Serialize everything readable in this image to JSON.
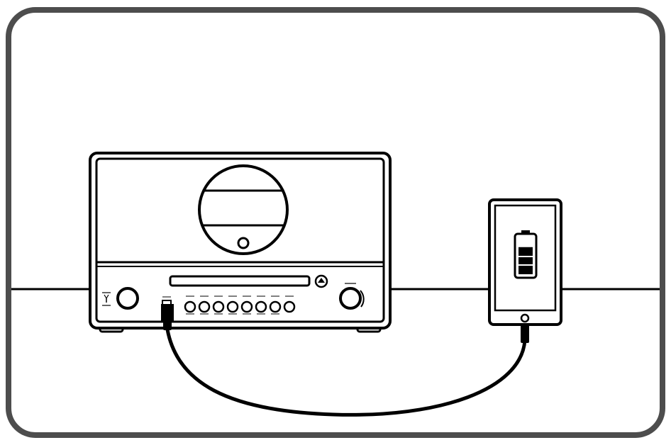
{
  "colors": {
    "frame": "#4d4d4d",
    "line": "#000000",
    "background": "#ffffff"
  },
  "icons": {
    "battery": "battery-charging-icon",
    "usb_port": "usb-port-icon",
    "eject": "eject-icon",
    "usb_plug": "usb-plug-icon",
    "headphone_jack": "headphone-jack-icon"
  },
  "radio_panel": {
    "button_count": 8,
    "left_knob_count": 1,
    "right_knob_count": 1
  },
  "phone": {
    "battery_level_fraction": 0.75
  }
}
